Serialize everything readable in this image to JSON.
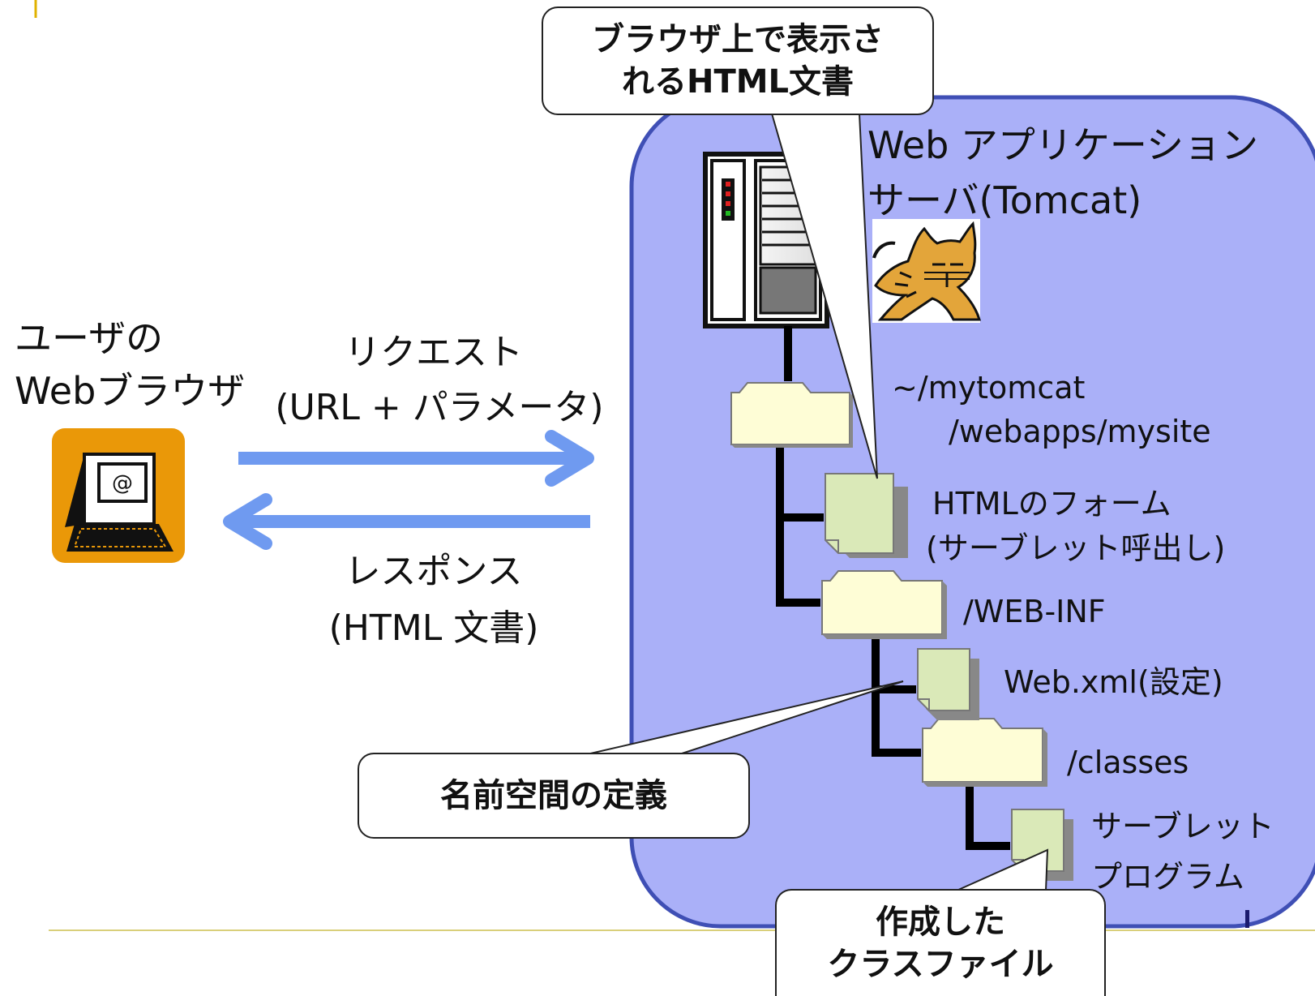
{
  "client": {
    "label_line1": "ユーザの",
    "label_line2": "Webブラウザ",
    "icon": "computer-at-icon"
  },
  "request": {
    "line1": "リクエスト",
    "line2": "(URL + パラメータ)"
  },
  "response": {
    "line1": "レスポンス",
    "line2": "(HTML 文書)"
  },
  "server": {
    "title_line1": "Web アプリケーション",
    "title_line2": "サーバ(Tomcat)",
    "icons": [
      "server-rack-icon",
      "tomcat-icon"
    ]
  },
  "tree": {
    "root_line1": "~/mytomcat",
    "root_line2": "/webapps/mysite",
    "html_form_line1": "HTMLのフォーム",
    "html_form_line2": "(サーブレット呼出し)",
    "webinf": "/WEB-INF",
    "webxml": "Web.xml(設定)",
    "classes": "/classes",
    "servlet_line1": "サーブレット",
    "servlet_line2": "プログラム"
  },
  "callouts": {
    "html_doc_line1": "ブラウザ上で表示さ",
    "html_doc_line2": "れるHTML文書",
    "namespace": "名前空間の定義",
    "classfile_line1": "作成した",
    "classfile_line2": "クラスファイル"
  },
  "colors": {
    "server_bg": "#aab0f8",
    "server_border": "#3f4fb5",
    "arrow": "#6f9af0",
    "folder": "#fefdd6",
    "file": "#dae9b8",
    "client_icon": "#ea9808"
  }
}
